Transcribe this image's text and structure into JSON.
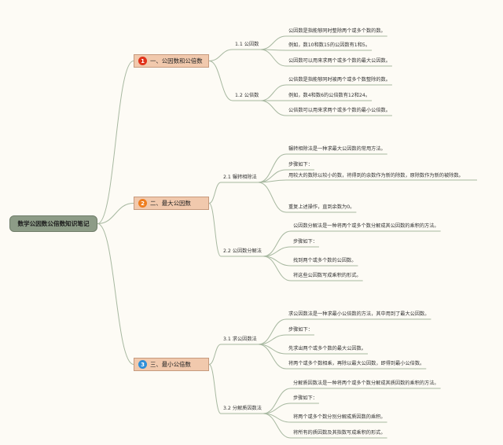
{
  "root": {
    "label": "数学公因数公倍数知识笔记"
  },
  "colors": {
    "badge1": "#e0321a",
    "badge2": "#ef7d1e",
    "badge3": "#2f8fd8",
    "branch": "#a7b8a0",
    "root_bg": "#8d9c87",
    "main_bg": "#f1c9ad"
  },
  "branches": [
    {
      "num": "1",
      "label": "一、公因数和公倍数",
      "subs": [
        {
          "label": "1.1 公因数",
          "leaves": [
            "公因数是指能够同时整除两个或多个数的数。",
            "例如，数10和数15的公因数有1和5。",
            "公因数可以用来求两个或多个数的最大公因数。"
          ]
        },
        {
          "label": "1.2 公倍数",
          "leaves": [
            "公倍数是指能够同时被两个或多个数整除的数。",
            "例如，数4和数6的公倍数有12和24。",
            "公倍数可以用来求两个或多个数的最小公倍数。"
          ]
        }
      ]
    },
    {
      "num": "2",
      "label": "二、最大公因数",
      "subs": [
        {
          "label": "2.1 辗转相除法",
          "leaves": [
            "辗转相除法是一种求最大公因数的常用方法。",
            "步骤如下：",
            "用较大的数除以较小的数，将得到的余数作为新的除数，原除数作为新的被除数。",
            "重复上述操作，直到余数为0。"
          ]
        },
        {
          "label": "2.2 公因数分解法",
          "leaves": [
            "公因数分解法是一种将两个或多个数分解成其公因数的乘积的方法。",
            "步骤如下：",
            "找到两个或多个数的公因数。",
            "将这些公因数写成乘积的形式。"
          ]
        }
      ]
    },
    {
      "num": "3",
      "label": "三、最小公倍数",
      "subs": [
        {
          "label": "3.1 求公因数法",
          "leaves": [
            "求公因数法是一种求最小公倍数的方法，其中用到了最大公因数。",
            "步骤如下：",
            "先求出两个或多个数的最大公因数。",
            "将两个或多个数相乘，再除以最大公因数，即得到最小公倍数。"
          ]
        },
        {
          "label": "3.2 分解质因数法",
          "leaves": [
            "分解质因数法是一种将两个或多个数分解成其质因数的乘积的方法。",
            "步骤如下：",
            "将两个或多个数分别分解成质因数的乘积。",
            "将所有的质因数及其指数写成乘积的形式。"
          ]
        }
      ]
    }
  ]
}
